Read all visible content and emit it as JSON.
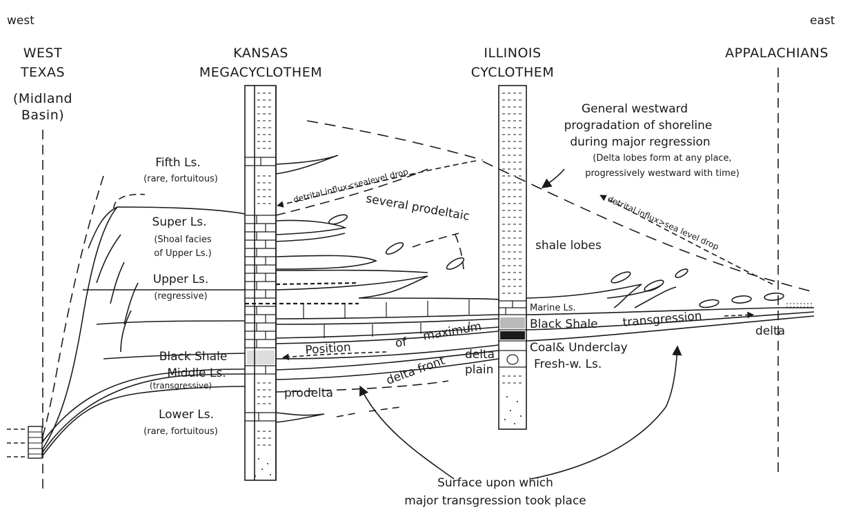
{
  "directions": {
    "west": "west",
    "east": "east"
  },
  "sections": {
    "west_texas": {
      "line1": "WEST",
      "line2": "TEXAS",
      "line3": "(Midland",
      "line4": "Basin)"
    },
    "kansas": {
      "line1": "KANSAS",
      "line2": "MEGACYCLOTHEM"
    },
    "illinois": {
      "line1": "ILLINOIS",
      "line2": "CYCLOTHEM"
    },
    "appalachians": {
      "line1": "APPALACHIANS"
    }
  },
  "kansas_units": {
    "fifth": {
      "name": "Fifth Ls.",
      "note": "(rare, fortuitous)"
    },
    "super": {
      "name": "Super Ls.",
      "note1": "(Shoal facies",
      "note2": "of Upper Ls.)"
    },
    "upper": {
      "name": "Upper Ls.",
      "note": "(regressive)"
    },
    "black_shale": {
      "name": "Black Shale"
    },
    "middle": {
      "name": "Middle Ls.",
      "note": "(transgressive)"
    },
    "lower": {
      "name": "Lower Ls.",
      "note": "(rare, fortuitous)"
    }
  },
  "illinois_units": {
    "marine": "Marine Ls.",
    "black_shale": "Black Shale",
    "coal": "Coal& Underclay",
    "fresh": "Fresh-w. Ls."
  },
  "annotations": {
    "progradation": {
      "line1": "General westward",
      "line2": "progradation of shoreline",
      "line3": "during major regression",
      "line4": "(Delta lobes form at any place,",
      "line5": "progressively westward with time)"
    },
    "detrital_west": "detrital influx<sealevel drop",
    "detrital_east": "detrital influx>sea level drop",
    "several_prodeltaic": "several prodeltaic",
    "shale_lobes": "shale lobes",
    "transgression": "transgression",
    "delta": "delta",
    "position": "Position",
    "of": "of",
    "maximum": "maximum",
    "delta_front": "delta front",
    "delta_plain_1": "delta",
    "delta_plain_2": "plain",
    "prodelta": "prodelta",
    "surface_1": "Surface upon which",
    "surface_2": "major transgression took place"
  },
  "colors": {
    "ink": "#1a1a1a",
    "paper": "#ffffff"
  }
}
